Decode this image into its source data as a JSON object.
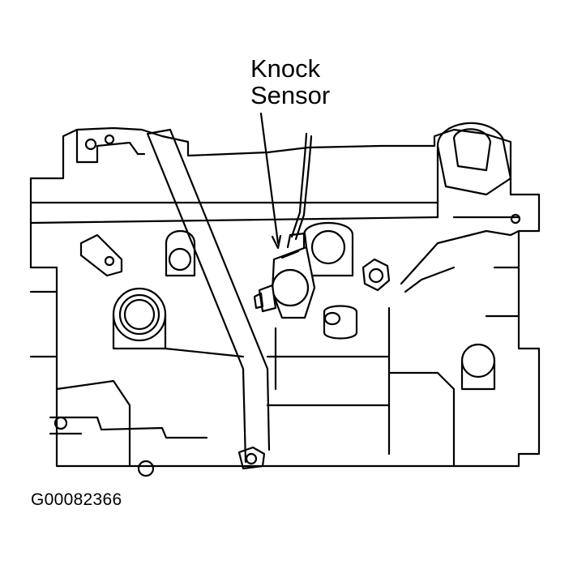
{
  "callout": {
    "line1": "Knock",
    "line2": "Sensor"
  },
  "figure_id": "G00082366"
}
